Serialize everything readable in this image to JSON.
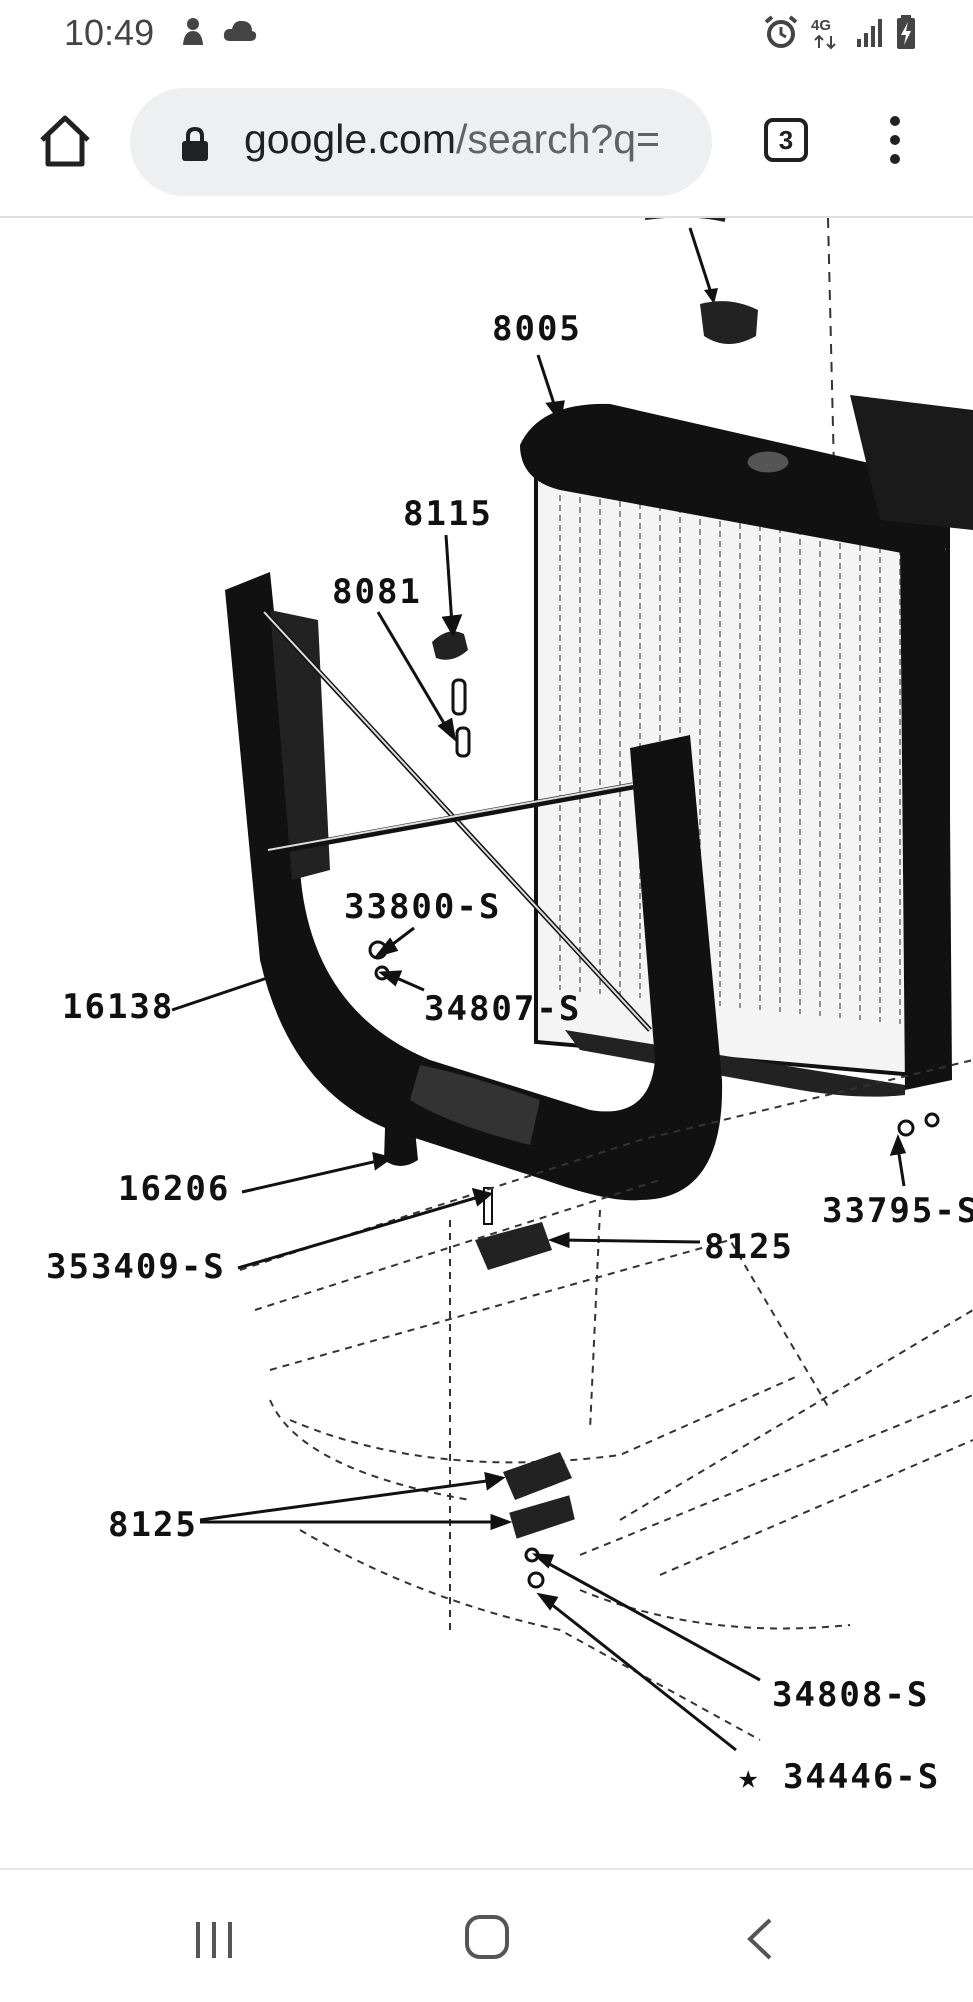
{
  "status_bar": {
    "time": "10:49",
    "left_icons": [
      "notification-icon",
      "cloud-icon"
    ],
    "right_icons": [
      "alarm-icon",
      "network-4g-icon",
      "signal-icon",
      "battery-charging-icon"
    ]
  },
  "browser": {
    "url_domain": "google.com",
    "url_rest": "/search?q=",
    "tab_count": "3",
    "icons": [
      "home-icon",
      "lock-icon",
      "tabs-icon",
      "more-vert-icon"
    ]
  },
  "diagram": {
    "part_labels": {
      "p8005": "8005",
      "p8115": "8115",
      "p8081": "8081",
      "p33800": "33800-S",
      "p16138": "16138",
      "p34807": "34807-S",
      "p16206": "16206",
      "p353409": "353409-S",
      "p8125a": "8125",
      "p33795": "33795-S",
      "p8125b": "8125",
      "p34808": "34808-S",
      "p34446": "★ 34446-S"
    }
  },
  "nav_bar": {
    "icons": [
      "recent-apps-icon",
      "home-circle-icon",
      "back-icon"
    ]
  }
}
